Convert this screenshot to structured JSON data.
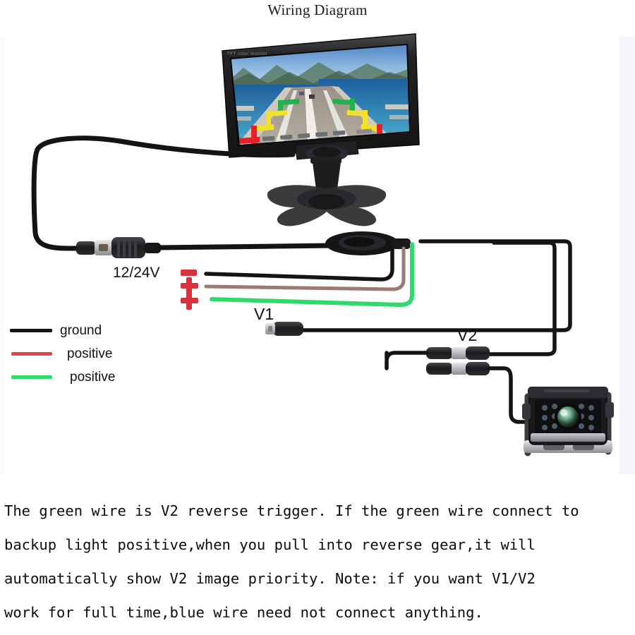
{
  "title": "Wiring Diagram",
  "labels": {
    "voltage": "12/24V",
    "v1": "V1",
    "v2": "V2",
    "minus": "–",
    "plus": "+"
  },
  "monitor": {
    "bezel_text": "TFT color monitor",
    "screen_description": "rear-view road scene with parking guide lines"
  },
  "legend": {
    "items": [
      {
        "label": "ground",
        "color": "#141414"
      },
      {
        "label": "positive",
        "color": "#e0424a"
      },
      {
        "label": "positive",
        "color": "#2fd96b"
      }
    ]
  },
  "wire_markers": [
    {
      "symbol": "–",
      "wire": "black",
      "color": "#d8323c"
    },
    {
      "symbol": "+",
      "wire": "brown-red",
      "color": "#d8323c"
    },
    {
      "symbol": "+",
      "wire": "green",
      "color": "#d8323c"
    }
  ],
  "colors": {
    "wire_black": "#141414",
    "wire_brown": "#9a7b72",
    "wire_green": "#2fd96b",
    "wire_red": "#e0424a",
    "marker_red": "#d8323c",
    "background": "#ffffff",
    "band": "#f4f5f9"
  },
  "notes": {
    "line1": "The green wire is V2 reverse trigger. If the green wire connect to",
    "line2": "backup light positive,when you pull into reverse gear,it will",
    "line3": "automatically show V2 image priority. Note: if you want V1/V2",
    "line4": "work for full time,blue wire need not connect anything."
  }
}
